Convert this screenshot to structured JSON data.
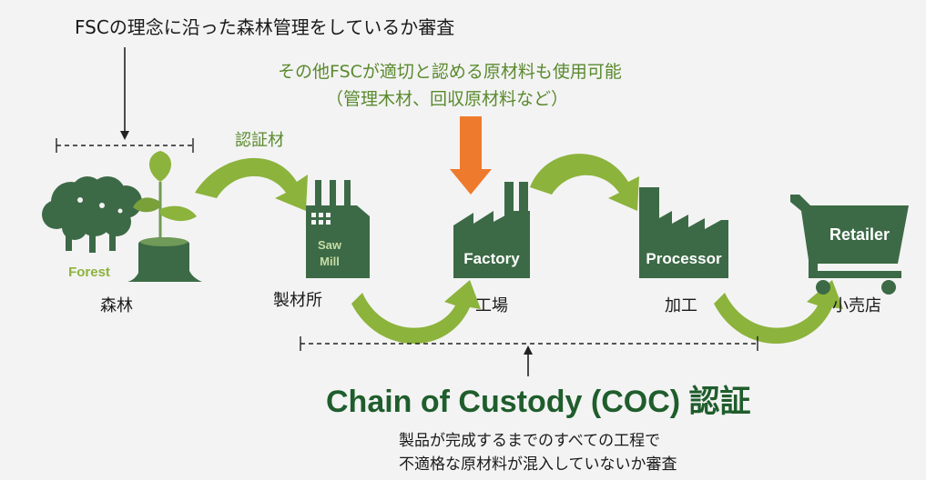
{
  "top_note": "FSCの理念に沿った森林管理をしているか審査",
  "other_materials": {
    "line1": "その他FSCが適切と認める原材料も使用可能",
    "line2": "（管理木材、回収原材料など）"
  },
  "certified_material_label": "認証材",
  "stages": [
    {
      "id": "forest",
      "icon_text": "Forest",
      "label": "森林"
    },
    {
      "id": "sawmill",
      "icon_text_1": "Saw",
      "icon_text_2": "Mill",
      "label": "製材所"
    },
    {
      "id": "factory",
      "icon_text": "Factory",
      "label": "工場"
    },
    {
      "id": "processor",
      "icon_text": "Processor",
      "label": "加工"
    },
    {
      "id": "retailer",
      "icon_text": "Retailer",
      "label": "小売店"
    }
  ],
  "coc": {
    "title": "Chain of Custody (COC) 認証",
    "desc_line1": "製品が完成するまでのすべての工程で",
    "desc_line2": "不適格な原材料が混入していないか審査"
  },
  "colors": {
    "dark_green": "#3c6a46",
    "light_green": "#8cb33c",
    "orange": "#ee7a2d",
    "title_green": "#1f5d2c"
  }
}
